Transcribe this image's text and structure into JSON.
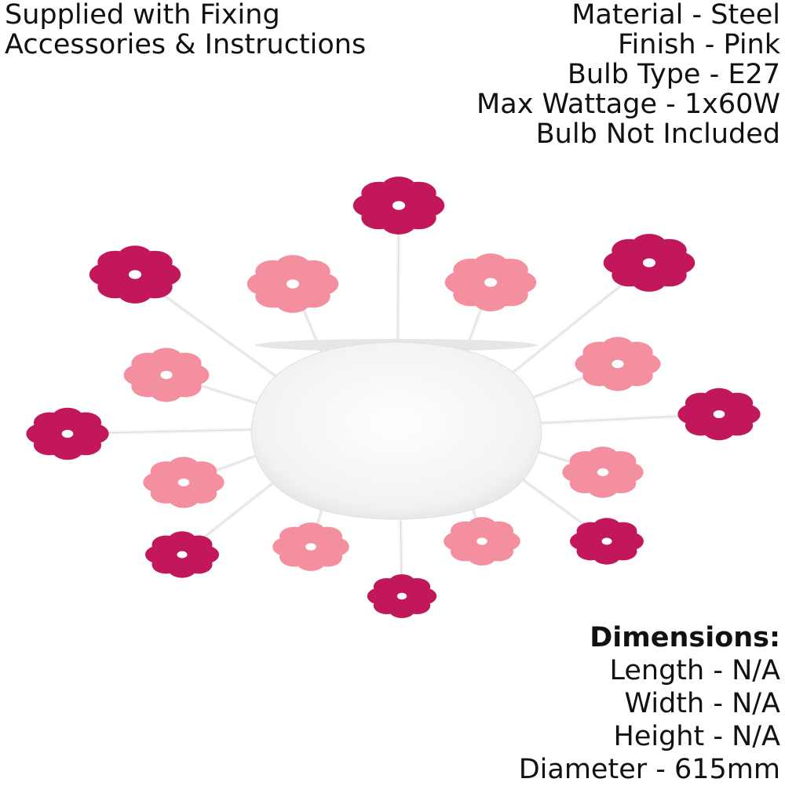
{
  "top_left": {
    "line1": "Supplied with Fixing",
    "line2": "Accessories & Instructions"
  },
  "specs": {
    "material": "Material - Steel",
    "finish": "Finish - Pink",
    "bulb_type": "Bulb Type - E27",
    "max_wattage": "Max Wattage - 1x60W",
    "bulb_included": "Bulb Not Included"
  },
  "dimensions": {
    "heading": "Dimensions:",
    "length": "Length - N/A",
    "width": "Width - N/A",
    "height": "Height - N/A",
    "diameter": "Diameter - 615mm"
  },
  "colors": {
    "dark_flower": "#c2185b",
    "light_flower": "#f48fa0",
    "rod": "#f4f4f4",
    "shade": "#f7f7f7",
    "background": "#ffffff"
  }
}
